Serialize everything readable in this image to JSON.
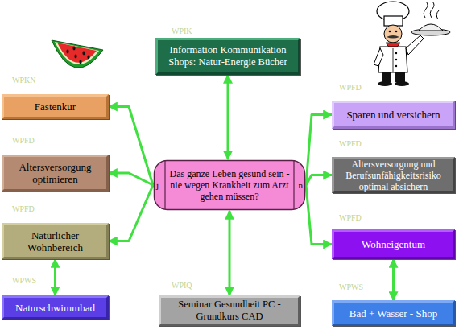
{
  "diagram": {
    "nodes": [
      {
        "text": [
          "WPIK",
          "Information Kommunikation Shops: Natur-Energie Bücher"
        ]
      },
      {
        "text": [
          "WPKN",
          "Fastenkur"
        ]
      },
      {
        "text": [
          "WPFD",
          "Sparen und versichern"
        ]
      },
      {
        "text": [
          "WPFD",
          "Altersversorgung optimieren"
        ]
      },
      {
        "text": [
          "Das ganze Leben gesund sein - nie wegen Krankheit zum Arzt gehen müssen?",
          "j",
          "n"
        ]
      },
      {
        "text": [
          "WPFD",
          "Altersversorgung und Berufsunfähigkeitsrisiko optimal absichern"
        ]
      },
      {
        "text": [
          "WPFD",
          "Natürlicher Wohnbereich"
        ]
      },
      {
        "text": [
          "WPFD",
          "Wohneigentum"
        ]
      },
      {
        "text": [
          "WPWS",
          "Naturschwimmbad"
        ]
      },
      {
        "text": [
          "WPIQ",
          "Seminar Gesundheit PC - Grundkurs CAD"
        ]
      },
      {
        "text": [
          "WPWS",
          "Bad + Wasser - Shop"
        ]
      }
    ],
    "edges": [
      {
        "from": 4,
        "to": 0,
        "arrow": "both"
      },
      {
        "from": 4,
        "to": 1,
        "arrow": "to"
      },
      {
        "from": 4,
        "to": 3,
        "arrow": "to"
      },
      {
        "from": 4,
        "to": 6,
        "arrow": "to"
      },
      {
        "from": 4,
        "to": 2,
        "arrow": "to"
      },
      {
        "from": 4,
        "to": 5,
        "arrow": "to"
      },
      {
        "from": 4,
        "to": 7,
        "arrow": "to"
      },
      {
        "from": 4,
        "to": 9,
        "arrow": "both"
      },
      {
        "from": 6,
        "to": 8,
        "arrow": "both"
      },
      {
        "from": 7,
        "to": 10,
        "arrow": "both"
      }
    ]
  }
}
